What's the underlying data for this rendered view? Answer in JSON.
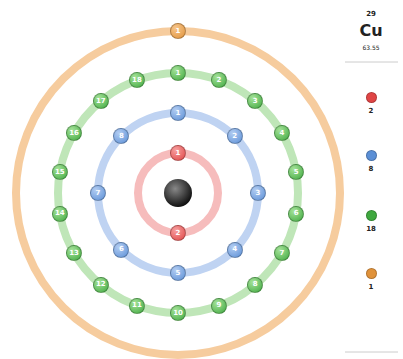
{
  "diagram": {
    "nodes": [
      {
        "text": [
          "1"
        ]
      },
      {
        "text": [
          "2"
        ]
      },
      {
        "text": [
          "1"
        ]
      },
      {
        "text": [
          "2"
        ]
      },
      {
        "text": [
          "3"
        ]
      },
      {
        "text": [
          "4"
        ]
      },
      {
        "text": [
          "5"
        ]
      },
      {
        "text": [
          "6"
        ]
      },
      {
        "text": [
          "7"
        ]
      },
      {
        "text": [
          "8"
        ]
      },
      {
        "text": [
          "1"
        ]
      },
      {
        "text": [
          "2"
        ]
      },
      {
        "text": [
          "3"
        ]
      },
      {
        "text": [
          "4"
        ]
      },
      {
        "text": [
          "5"
        ]
      },
      {
        "text": [
          "6"
        ]
      },
      {
        "text": [
          "7"
        ]
      },
      {
        "text": [
          "8"
        ]
      },
      {
        "text": [
          "9"
        ]
      },
      {
        "text": [
          "10"
        ]
      },
      {
        "text": [
          "11"
        ]
      },
      {
        "text": [
          "12"
        ]
      },
      {
        "text": [
          "13"
        ]
      },
      {
        "text": [
          "14"
        ]
      },
      {
        "text": [
          "15"
        ]
      },
      {
        "text": [
          "16"
        ]
      },
      {
        "text": [
          "17"
        ]
      },
      {
        "text": [
          "18"
        ]
      },
      {
        "text": [
          "1"
        ]
      }
    ],
    "labels": [
      "29",
      "Cu",
      "63.55"
    ],
    "legend": [
      {
        "text": "2",
        "color": "#e04545"
      },
      {
        "text": "8",
        "color": "#5b8fd6"
      },
      {
        "text": "18",
        "color": "#3fa83f"
      },
      {
        "text": "1",
        "color": "#e0923a"
      }
    ]
  }
}
